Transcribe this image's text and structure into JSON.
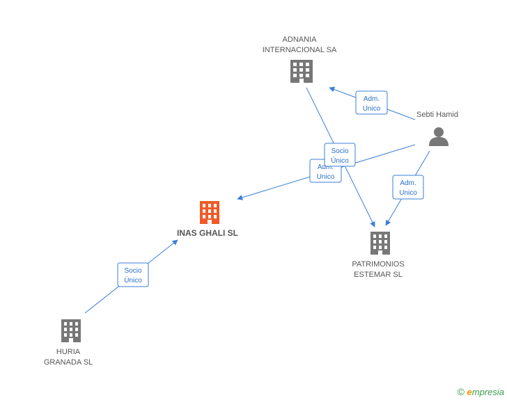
{
  "nodes": {
    "adnania": {
      "lines": [
        "ADNANIA",
        "INTERNACIONAL SA"
      ],
      "type": "company",
      "color": "#777777"
    },
    "inas": {
      "lines": [
        "INAS GHALI SL"
      ],
      "type": "company",
      "color": "#f05a28",
      "highlight": true
    },
    "patrimonios": {
      "lines": [
        "PATRIMONIOS",
        "ESTEMAR SL"
      ],
      "type": "company",
      "color": "#777777"
    },
    "huria": {
      "lines": [
        "HURIA",
        "GRANADA SL"
      ],
      "type": "company",
      "color": "#777777"
    },
    "sebti": {
      "lines": [
        "Sebti Hamid"
      ],
      "type": "person",
      "color": "#777777"
    }
  },
  "edges": [
    {
      "label": [
        "Adm.",
        "Unico"
      ]
    },
    {
      "label": [
        "Socio",
        "Único"
      ]
    },
    {
      "label": [
        "Adm.",
        "Unico"
      ]
    },
    {
      "label": [
        "Adm.",
        "Unico"
      ]
    },
    {
      "label": [
        "Socio",
        "Único"
      ]
    }
  ],
  "brand": {
    "copyright": "©",
    "name_first": "e",
    "name_rest": "mpresia"
  },
  "colors": {
    "edge": "#3a7fd5",
    "highlight": "#f05a28",
    "node": "#777777"
  }
}
